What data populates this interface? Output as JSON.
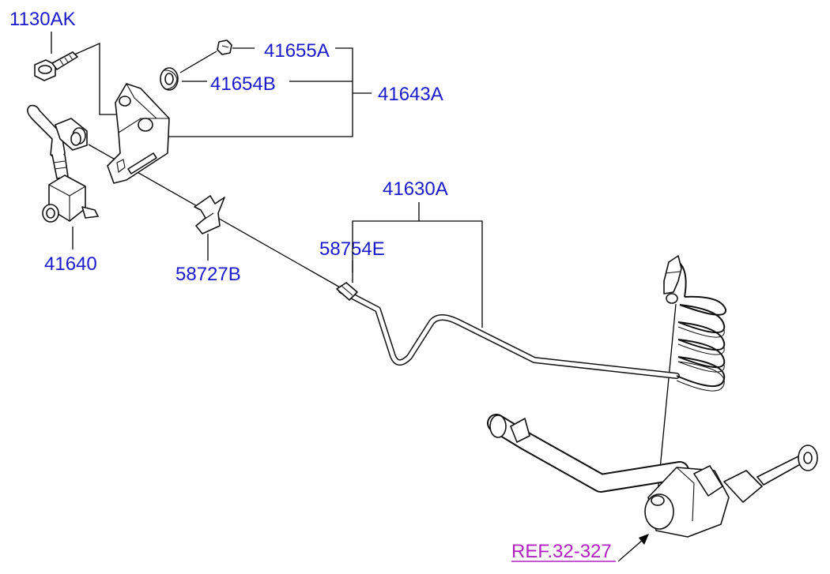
{
  "callouts": {
    "c1130AK": "1130AK",
    "c41655A": "41655A",
    "c41654B": "41654B",
    "c41643A": "41643A",
    "c41630A": "41630A",
    "c58754E": "58754E",
    "c41640": "41640",
    "c58727B": "58727B"
  },
  "reference": "REF.32-327",
  "colors": {
    "callout": "#1a1acc",
    "reference": "#b020c0"
  }
}
